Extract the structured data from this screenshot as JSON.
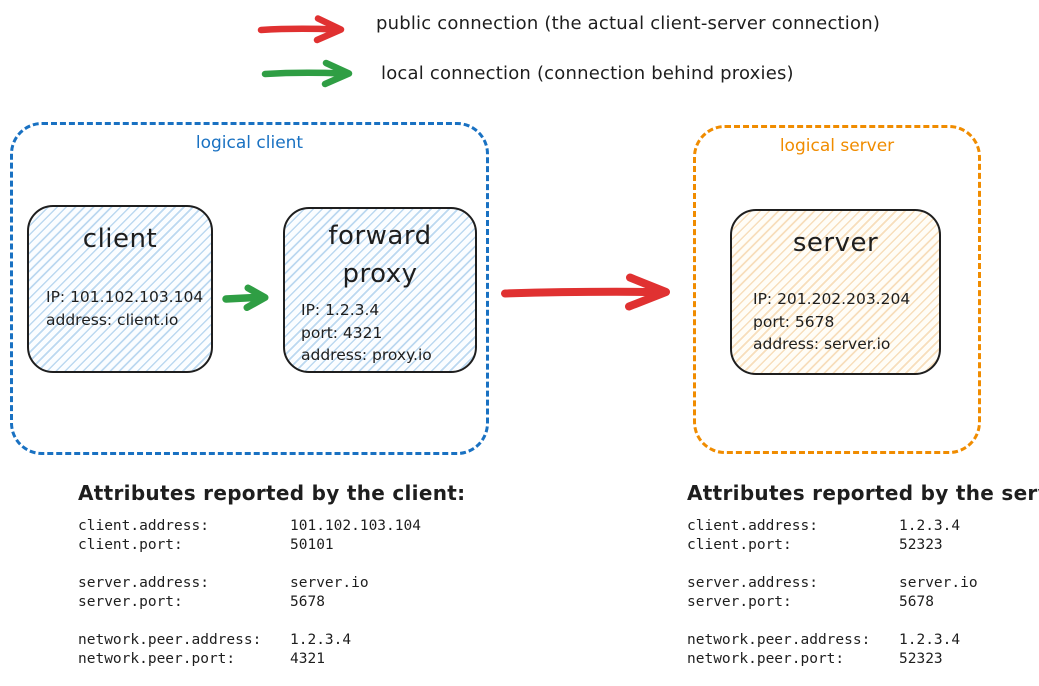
{
  "legend": {
    "public": {
      "label": "public connection (the actual client-server connection)",
      "color": "#e03131"
    },
    "local": {
      "label": "local connection (connection behind proxies)",
      "color": "#2f9e44"
    }
  },
  "logical_client": {
    "label": "logical client",
    "border_color": "#1971c2",
    "client_node": {
      "title": "client",
      "lines": [
        "IP: 101.102.103.104",
        "address: client.io"
      ]
    },
    "proxy_node": {
      "title_line1": "forward",
      "title_line2": "proxy",
      "lines": [
        "IP: 1.2.3.4",
        "port: 4321",
        "address: proxy.io"
      ]
    }
  },
  "logical_server": {
    "label": "logical server",
    "border_color": "#f08c00",
    "server_node": {
      "title": "server",
      "lines": [
        "IP: 201.202.203.204",
        "port: 5678",
        "address: server.io"
      ]
    }
  },
  "client_attributes": {
    "heading": "Attributes reported by the client:",
    "groups": [
      [
        {
          "label": "client.address:",
          "value": "101.102.103.104"
        },
        {
          "label": "client.port:",
          "value": "50101"
        }
      ],
      [
        {
          "label": "server.address:",
          "value": "server.io"
        },
        {
          "label": "server.port:",
          "value": "5678"
        }
      ],
      [
        {
          "label": "network.peer.address:",
          "value": "1.2.3.4"
        },
        {
          "label": "network.peer.port:",
          "value": "4321"
        }
      ]
    ]
  },
  "server_attributes": {
    "heading": "Attributes reported by the server:",
    "groups": [
      [
        {
          "label": "client.address:",
          "value": "1.2.3.4"
        },
        {
          "label": "client.port:",
          "value": "52323"
        }
      ],
      [
        {
          "label": "server.address:",
          "value": "server.io"
        },
        {
          "label": "server.port:",
          "value": "5678"
        }
      ],
      [
        {
          "label": "network.peer.address:",
          "value": "1.2.3.4"
        },
        {
          "label": "network.peer.port:",
          "value": "52323"
        }
      ]
    ]
  }
}
